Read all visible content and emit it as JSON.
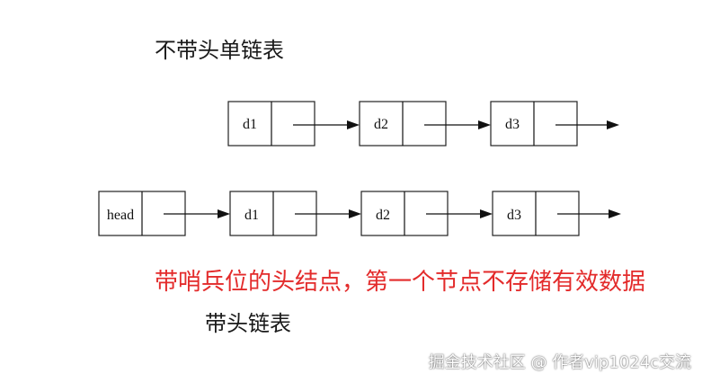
{
  "titles": {
    "top": "不带头单链表",
    "bottom": "带头链表"
  },
  "note": "带哨兵位的头结点，第一个节点不存储有效数据",
  "watermark": "掘金技术社区 @ 作者vip1024c交流",
  "colors": {
    "note": "#e32b2b",
    "line": "#111111"
  },
  "lists": [
    {
      "name": "without-head",
      "nodes": [
        "d1",
        "d2",
        "d3"
      ]
    },
    {
      "name": "with-head",
      "nodes": [
        "head",
        "d1",
        "d2",
        "d3"
      ]
    }
  ]
}
